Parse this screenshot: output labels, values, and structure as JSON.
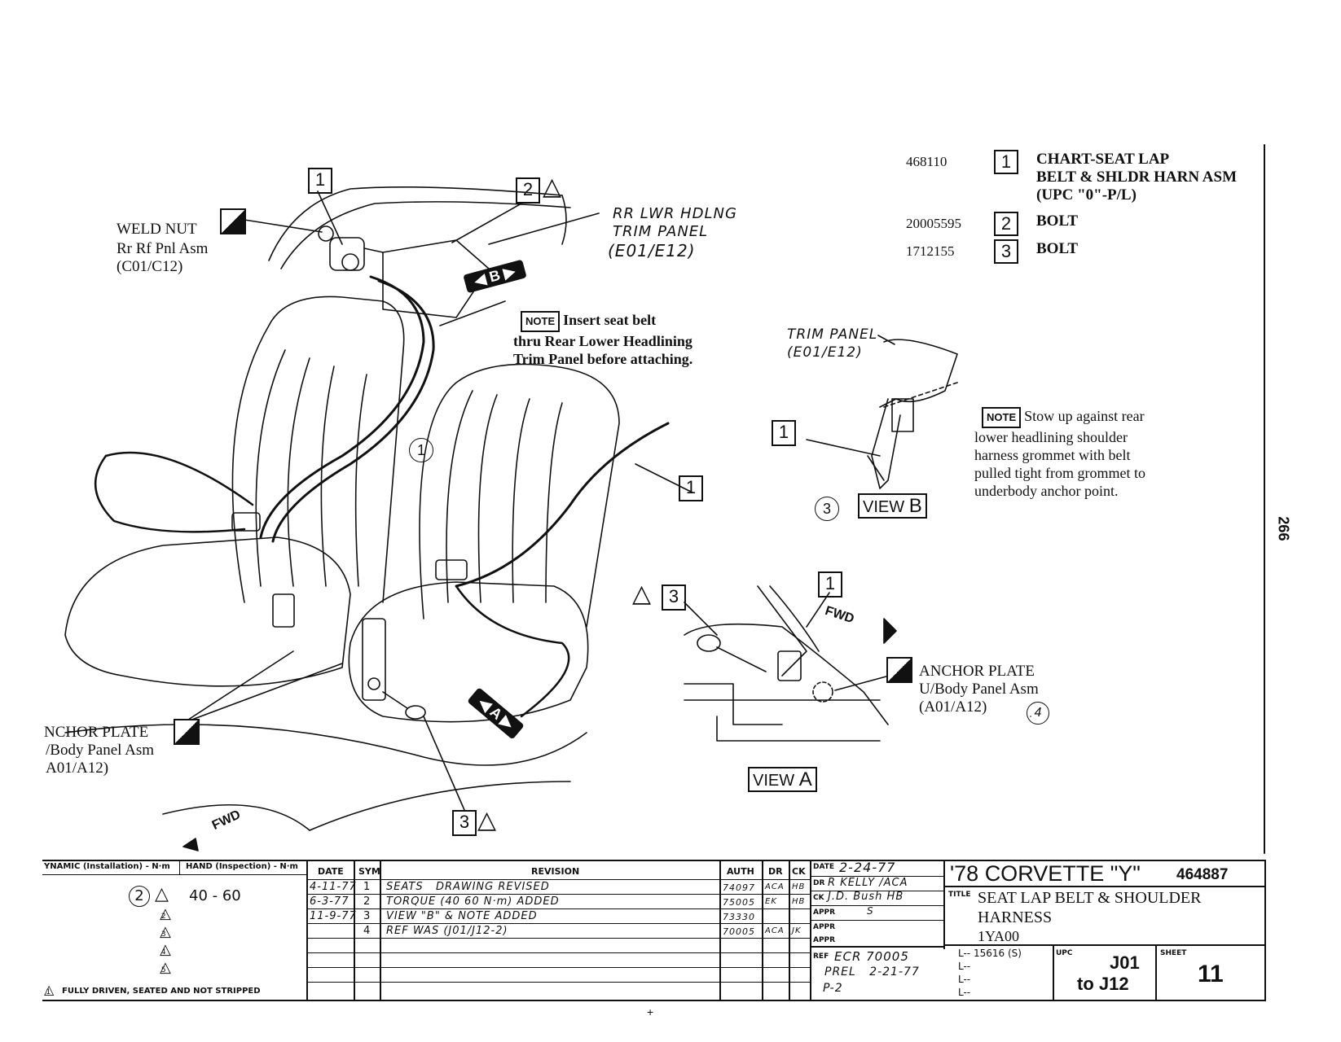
{
  "parts_list": [
    {
      "part_number": "468110",
      "ref": "1",
      "description": [
        "CHART-SEAT LAP",
        "BELT & SHLDR HARN ASM",
        "(UPC \"0\"-P/L)"
      ]
    },
    {
      "part_number": "20005595",
      "ref": "2",
      "description": [
        "BOLT"
      ]
    },
    {
      "part_number": "1712155",
      "ref": "3",
      "description": [
        "BOLT"
      ]
    }
  ],
  "labels": {
    "weld_nut": "WELD NUT",
    "weld_nut_sub1": "Rr Rf Pnl Asm",
    "weld_nut_sub2": "(C01/C12)",
    "rr_lwr_1": "RR LWR HDLNG",
    "rr_lwr_2": "TRIM PANEL",
    "rr_lwr_3": "(E01/E12)",
    "trim_panel_1": "TRIM PANEL",
    "trim_panel_2": "(E01/E12)",
    "anchor_left_1": "NCHOR PLATE",
    "anchor_left_2": "/Body Panel Asm",
    "anchor_left_3": "A01/A12)",
    "anchor_right_1": "ANCHOR PLATE",
    "anchor_right_2": "U/Body Panel Asm",
    "anchor_right_3": "(A01/A12)",
    "fwd": "FWD",
    "view_a": "VIEW",
    "view_a_letter": "A",
    "view_b": "VIEW",
    "view_b_letter": "B",
    "arrow_a": "A",
    "arrow_b": "B",
    "callout_1": "1",
    "callout_2": "2",
    "callout_3": "3",
    "circle_1": "1",
    "circle_3": "3",
    "circle_4": "4",
    "page_number": "266"
  },
  "notes": {
    "badge": "NOTE",
    "note1": [
      "Insert seat belt",
      "thru Rear Lower Headlining",
      "Trim Panel before attaching."
    ],
    "note2": [
      "Stow up against rear",
      "lower headlining shoulder",
      "harness grommet with belt",
      "pulled tight from grommet to",
      "underbody anchor point."
    ]
  },
  "torque_table": {
    "header_dynamic": "YNAMIC (Installation) - N·m",
    "header_hand": "HAND (Inspection) - N·m",
    "row_ref": "2",
    "row_value": "40 - 60",
    "triangles": [
      "1",
      "2",
      "3",
      "4",
      "5"
    ],
    "footnote_mark": "1",
    "footnote": "FULLY DRIVEN, SEATED AND NOT STRIPPED"
  },
  "revisions": {
    "headers": {
      "date": "DATE",
      "sym": "SYM",
      "revision": "REVISION",
      "auth": "AUTH",
      "dr": "DR",
      "ck": "CK"
    },
    "rows": [
      {
        "date": "4-11-77",
        "sym": "1",
        "revision": "SEATS   DRAWING REVISED",
        "auth": "74097",
        "dr": "ACA",
        "ck": "HB"
      },
      {
        "date": "6-3-77",
        "sym": "2",
        "revision": "TORQUE (40 60 N·m) ADDED",
        "auth": "75005",
        "dr": "EK",
        "ck": "HB"
      },
      {
        "date": "11-9-77",
        "sym": "3",
        "revision": "VIEW \"B\" & NOTE ADDED",
        "auth": "73330",
        "dr": "",
        "ck": ""
      },
      {
        "date": "",
        "sym": "4",
        "revision": "REF WAS (J01/J12-2)",
        "auth": "70005",
        "dr": "ACA",
        "ck": "JK"
      }
    ]
  },
  "approvals": {
    "date_label": "DATE",
    "date_value": "2-24-77",
    "dr_label": "DR",
    "dr_value": "R KELLY /ACA",
    "ck_label": "CK",
    "ck_value": "J.D. Bush HB",
    "appr_label": "APPR",
    "appr_value": "S",
    "ref_label": "REF",
    "ref_lines": [
      "ECR 70005",
      "PREL   2-21-77",
      "P-2"
    ],
    "misc_lines": [
      "L-- 15616 (S)",
      "L--",
      "L--",
      "L--"
    ]
  },
  "title_block": {
    "model": "'78 CORVETTE \"Y\"",
    "number": "464887",
    "title_label": "TITLE",
    "title_lines": [
      "SEAT LAP BELT & SHOULDER",
      "HARNESS",
      "1YA00"
    ],
    "upc_label": "UPC",
    "upc_lines": [
      "J01",
      "to J12"
    ],
    "sheet_label": "SHEET",
    "sheet_value": "11"
  },
  "bottom_mark": "+"
}
